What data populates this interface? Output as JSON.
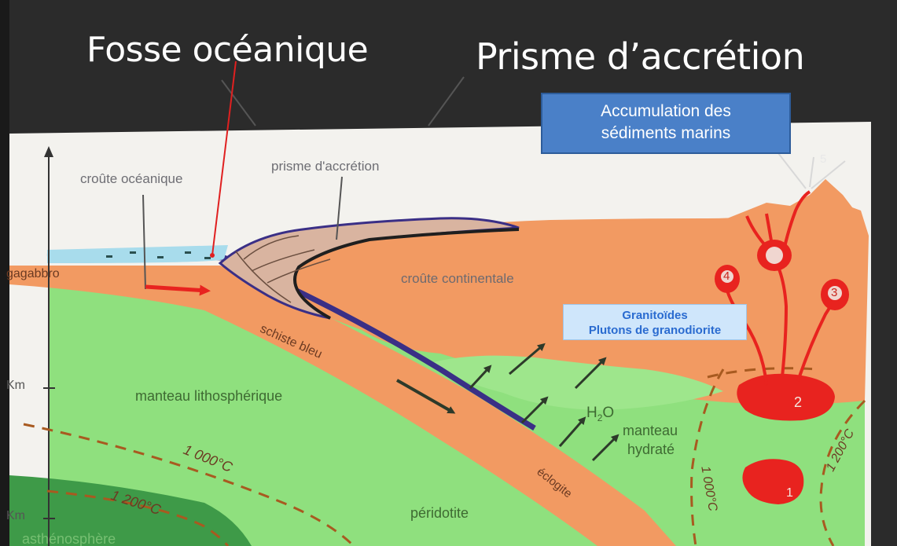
{
  "titles": {
    "trench": "Fosse océanique",
    "prism": "Prisme d’accrétion"
  },
  "callouts": {
    "accumulation_line1": "Accumulation des",
    "accumulation_line2": "sédiments marins",
    "granitoids_line1": "Granitoïdes",
    "granitoids_line2": "Plutons de granodiorite"
  },
  "labels": {
    "oceanic_crust": "croûte océanique",
    "accretion_prism": "prisme d'accrétion",
    "metagabbro": "gagabbro",
    "continental_crust": "croûte continentale",
    "blueschist": "schiste bleu",
    "lithospheric_mantle": "manteau lithosphérique",
    "water": "H",
    "water_sub": "2",
    "water_o": "O",
    "hydrated_mantle_1": "manteau",
    "hydrated_mantle_2": "hydraté",
    "eclogite": "éclogite",
    "peridotite": "péridotite",
    "asthenosphere": "asthénosphère"
  },
  "isotherms": {
    "t1000_left": "1 000°C",
    "t1200_left": "1 200°C",
    "t1000_right": "1 000°C",
    "t1200_right": "1 200°C"
  },
  "axis": {
    "km_upper": "Km",
    "km_lower": "Km"
  },
  "magma_numbers": [
    "1",
    "2",
    "3",
    "4",
    "5"
  ],
  "colors": {
    "background": "#2b2b2b",
    "continental_crust": "#f29a62",
    "mantle": "#8fe07e",
    "asthenosphere": "#3e9a48",
    "oceanic_water": "#a8dcec",
    "slab_blue": "#3a2f86",
    "prism": "#d9b4a0",
    "magma": "#e8231f",
    "accumulation_box": "#4a80c8",
    "granitoid_box": "#cfe6fb"
  }
}
